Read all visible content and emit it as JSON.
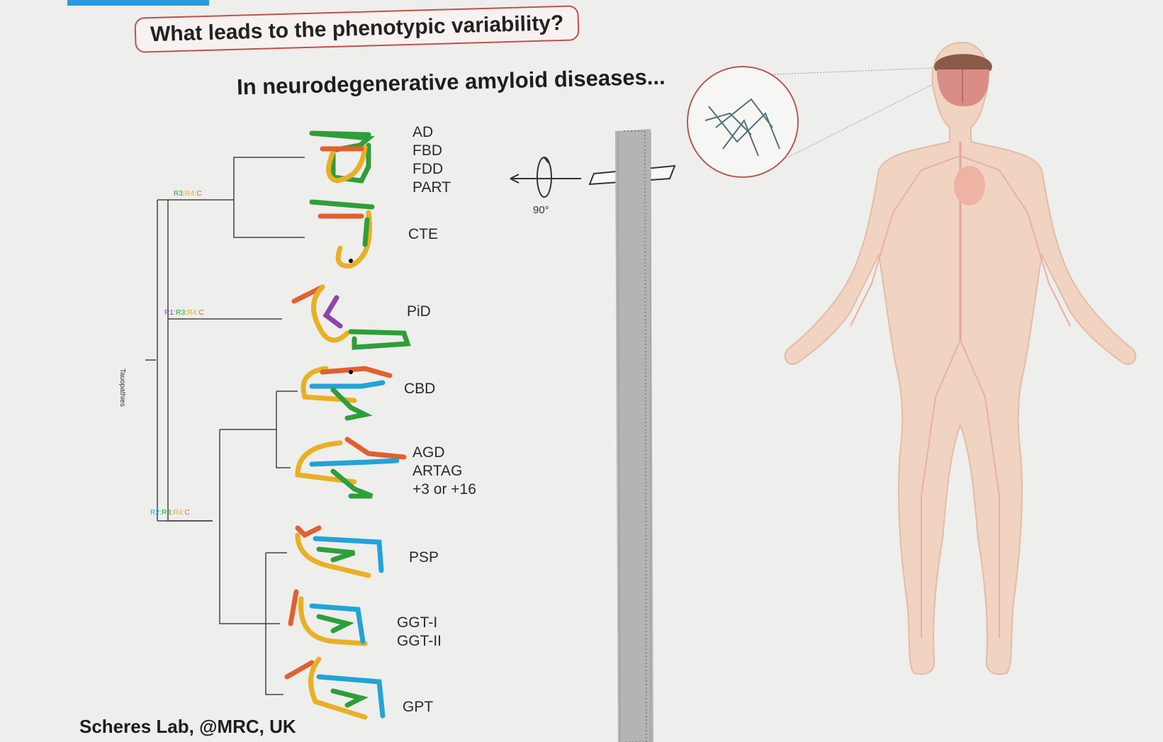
{
  "title": "What leads to the phenotypic variability?",
  "subtitle": "In neurodegenerative amyloid diseases...",
  "tree": {
    "root_label": "Tauopathies",
    "branches": {
      "r3r4c": [
        "R3:",
        "R4:",
        "C"
      ],
      "r1r3r4c": [
        "R1:",
        "R3:",
        "R4:",
        "C"
      ],
      "r2r3r4c": [
        "R2:",
        "R3:",
        "R4:",
        "C"
      ]
    }
  },
  "diseases": [
    {
      "labels": [
        "AD",
        "FBD",
        "FDD",
        "PART"
      ]
    },
    {
      "labels": [
        "CTE"
      ]
    },
    {
      "labels": [
        "PiD"
      ]
    },
    {
      "labels": [
        "CBD"
      ]
    },
    {
      "labels": [
        "AGD",
        "ARTAG",
        "+3 or +16"
      ]
    },
    {
      "labels": [
        "PSP"
      ]
    },
    {
      "labels": [
        "GGT-I",
        "GGT-II"
      ]
    },
    {
      "labels": [
        "GPT"
      ]
    }
  ],
  "rotation_label": "90°",
  "credit": "Scheres Lab, @MRC, UK",
  "colors": {
    "R1": "#8e44ad",
    "R2": "#22a3d6",
    "R3": "#e8b024",
    "R4": "#2e9e3a",
    "C": "#e06030",
    "title_border": "#c0504d",
    "body_skin": "#f1d3c2",
    "brain": "#d98d86",
    "hair": "#8a5a4a",
    "fibril": "#9a9a9a"
  },
  "icons": [
    "tau-fold-icon",
    "fibril-icon",
    "rotation-arrow-icon",
    "magnifier-inset-icon",
    "human-body-icon",
    "brain-icon"
  ]
}
